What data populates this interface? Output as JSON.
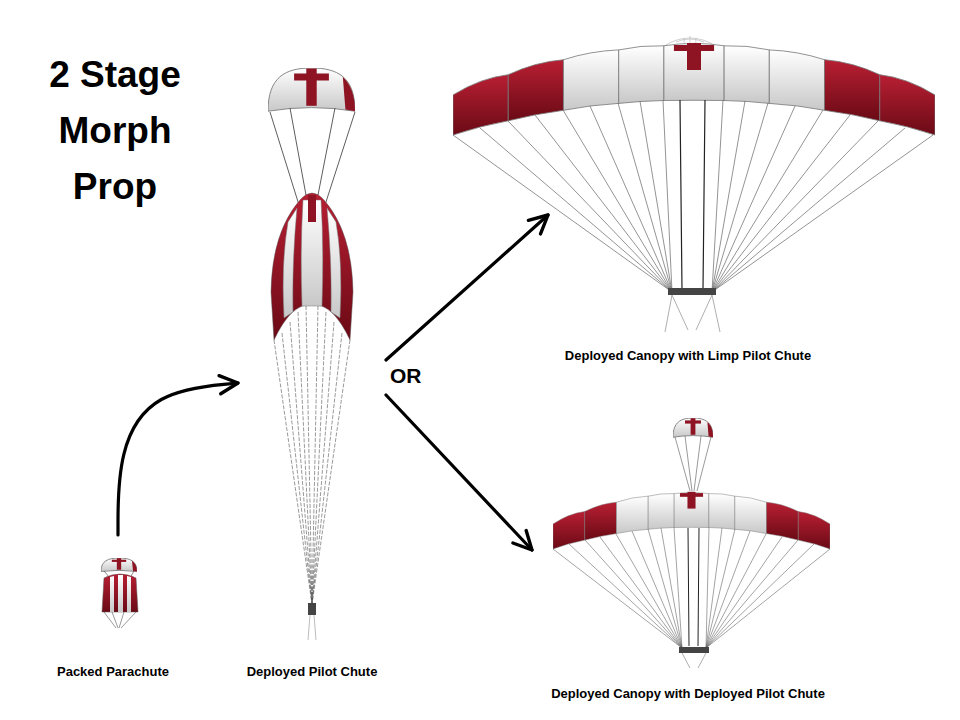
{
  "diagram": {
    "title": "2 Stage Morph Prop",
    "nodes": [
      {
        "text": [
          "Packed Parachute"
        ]
      },
      {
        "text": [
          "Deployed Pilot Chute"
        ]
      },
      {
        "text": [
          "Deployed Canopy with Limp Pilot Chute"
        ]
      },
      {
        "text": [
          "Deployed Canopy with Deployed Pilot Chute"
        ]
      }
    ],
    "edges": [
      {
        "from": 0,
        "to": 1,
        "arrow": "to"
      },
      {
        "from": 1,
        "to": 2,
        "arrow": "to"
      },
      {
        "from": 1,
        "to": 3,
        "arrow": "to"
      }
    ],
    "labels": [
      "OR"
    ]
  }
}
